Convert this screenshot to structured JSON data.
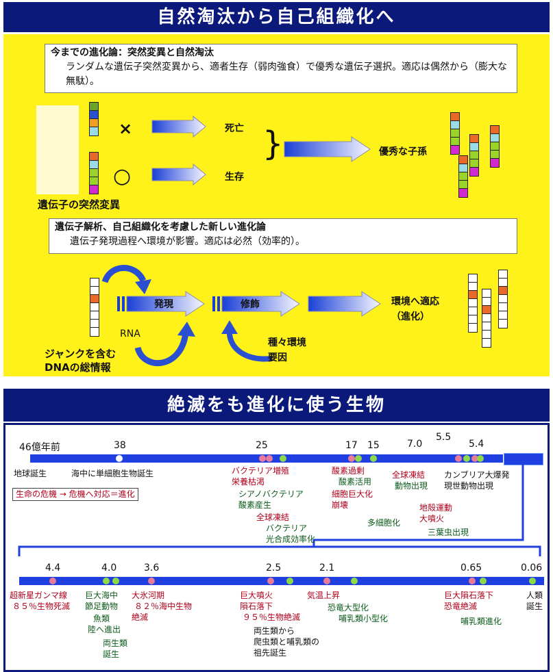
{
  "section1": {
    "title": "自然淘汰から自己組織化へ",
    "old_theory": {
      "heading": "今までの進化論：突然変異と自然淘汰",
      "body": "ランダムな遺伝子突然変異から、適者生存（弱肉強食）で優秀な遺伝子選択。適応は偶然から（膨大な無駄）。"
    },
    "mark_x": "×",
    "mark_o": "○",
    "death_label": "死亡",
    "survive_label": "生存",
    "bracket": "}",
    "superior_offspring": "優秀な子孫",
    "mutation_caption": "遺伝子の突然変異",
    "new_theory": {
      "heading": "遺伝子解析、自己組織化を考慮した新しい進化論",
      "body": "遺伝子発現過程へ環境が影響。適応は必然（効率的）。"
    },
    "expression_label": "発現",
    "modification_label": "修飾",
    "adapt_label": "環境へ適応",
    "evolution_label": "（進化）",
    "rna_label": "RNA",
    "env_label_1": "種々環境",
    "env_label_2": "要因",
    "junk_label_1": "ジャンクを含む",
    "junk_label_2": "DNAの総情報",
    "colors": {
      "panel": "#fff21a",
      "banner": "#0b1a7a",
      "arrow": "#1a3fd6"
    }
  },
  "section2": {
    "title": "絶滅をも進化に使う生物",
    "unit_label": "46億年前",
    "crisis_note": "生命の危機 → 危機へ対応＝進化",
    "row1_years": [
      "38",
      "25",
      "17",
      "15",
      "7.0",
      "5.5",
      "5.4"
    ],
    "row2_years": [
      "4.4",
      "4.0",
      "3.6",
      "2.5",
      "2.1",
      "0.65",
      "0.06"
    ],
    "row1_events": {
      "earth_birth": "地球誕生",
      "unicellular": "海中に単細胞生物誕生",
      "bacteria_boom_1": "バクテリア増殖",
      "bacteria_boom_2": "栄養枯渇",
      "cyano_1": "シアノバクテリア",
      "cyano_2": "酸素産生",
      "snowball1_1": "全球凍結",
      "snowball1_2": "バクテリア",
      "snowball1_3": "光合成効率化",
      "oxygen_excess": "酸素過剰",
      "oxygen_use": "酸素活用",
      "cell_collapse_1": "細胞巨大化",
      "cell_collapse_2": "崩壊",
      "multicellular": "多細胞化",
      "snowball2_1": "全球凍結",
      "snowball2_2": "動物出現",
      "crust_1": "地殻運動",
      "crust_2": "大噴火",
      "cambrian_1": "カンブリア大爆発",
      "cambrian_2": "現世動物出現",
      "trilobite": "三葉虫出現"
    },
    "row2_events": {
      "gamma_1": "超新星ガンマ線",
      "gamma_2": "８５％生物死滅",
      "arthropod_1": "巨大海中",
      "arthropod_2": "節足動物",
      "fish_1": "魚類",
      "fish_2": "陸へ進出",
      "amphibian_1": "両生類",
      "amphibian_2": "誕生",
      "ice_1": "大氷河期",
      "ice_2": "８２％海中生物",
      "ice_3": "絶滅",
      "eruption_1": "巨大噴火",
      "eruption_2": "隕石落下",
      "eruption_3": "９５％生物絶滅",
      "ancestor_1": "両生類から",
      "ancestor_2": "爬虫類と哺乳類の",
      "ancestor_3": "祖先誕生",
      "warm": "気温上昇",
      "dino_big": "恐竜大型化",
      "mammal_small": "哺乳類小型化",
      "meteor_1": "巨大隕石落下",
      "meteor_2": "恐竜絶滅",
      "mammal_evo": "哺乳類進化",
      "human_1": "人類",
      "human_2": "誕生"
    },
    "colors": {
      "bar": "#1f3fe0",
      "red_text": "#b0001a",
      "green_text": "#0b5a1a"
    }
  }
}
